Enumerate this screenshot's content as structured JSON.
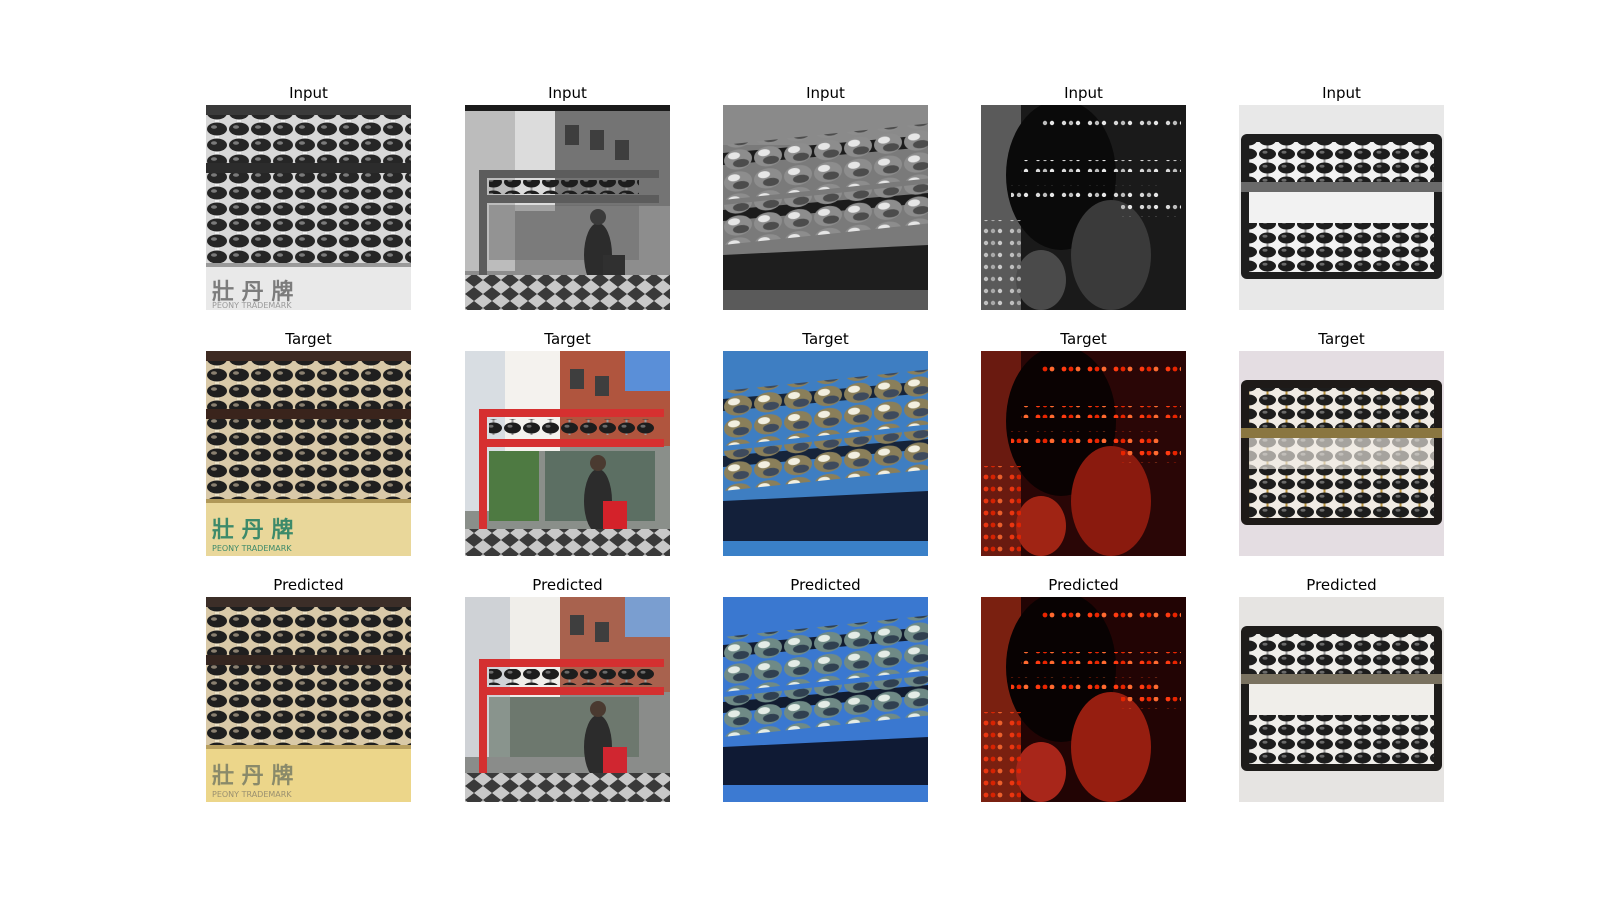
{
  "titles": {
    "row0": "Input",
    "row1": "Target",
    "row2": "Predicted"
  }
}
